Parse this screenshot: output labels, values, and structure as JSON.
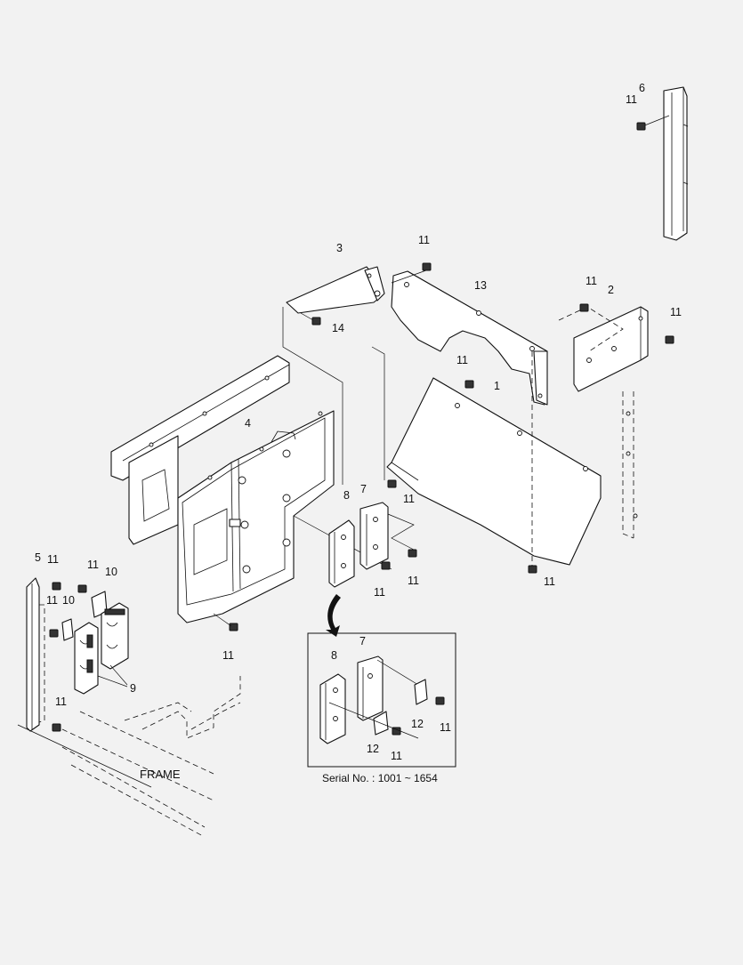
{
  "figure": {
    "callouts": [
      {
        "id": "c6",
        "text": "6"
      },
      {
        "id": "c11a",
        "text": "11"
      },
      {
        "id": "c3",
        "text": "3"
      },
      {
        "id": "c11b",
        "text": "11"
      },
      {
        "id": "c13",
        "text": "13"
      },
      {
        "id": "c11c",
        "text": "11"
      },
      {
        "id": "c2",
        "text": "2"
      },
      {
        "id": "c11d",
        "text": "11"
      },
      {
        "id": "c14",
        "text": "14"
      },
      {
        "id": "c11e",
        "text": "11"
      },
      {
        "id": "c1",
        "text": "1"
      },
      {
        "id": "c4",
        "text": "4"
      },
      {
        "id": "c11f",
        "text": "11"
      },
      {
        "id": "c8",
        "text": "8"
      },
      {
        "id": "c7",
        "text": "7"
      },
      {
        "id": "c11g",
        "text": "11"
      },
      {
        "id": "c11h",
        "text": "11"
      },
      {
        "id": "c11i",
        "text": "11"
      },
      {
        "id": "c5",
        "text": "5"
      },
      {
        "id": "c11j",
        "text": "11"
      },
      {
        "id": "c11k",
        "text": "11"
      },
      {
        "id": "c10a",
        "text": "10"
      },
      {
        "id": "c11l",
        "text": "11"
      },
      {
        "id": "c10b",
        "text": "10"
      },
      {
        "id": "c9",
        "text": "9"
      },
      {
        "id": "c11m",
        "text": "11"
      },
      {
        "id": "c11n",
        "text": "11"
      },
      {
        "id": "c8i",
        "text": "8"
      },
      {
        "id": "c7i",
        "text": "7"
      },
      {
        "id": "c12a",
        "text": "12"
      },
      {
        "id": "c11o",
        "text": "11"
      },
      {
        "id": "c12b",
        "text": "12"
      },
      {
        "id": "c11p",
        "text": "11"
      }
    ],
    "frame_label": "FRAME",
    "serial_note": "Serial No. : 1001 ~ 1654"
  }
}
